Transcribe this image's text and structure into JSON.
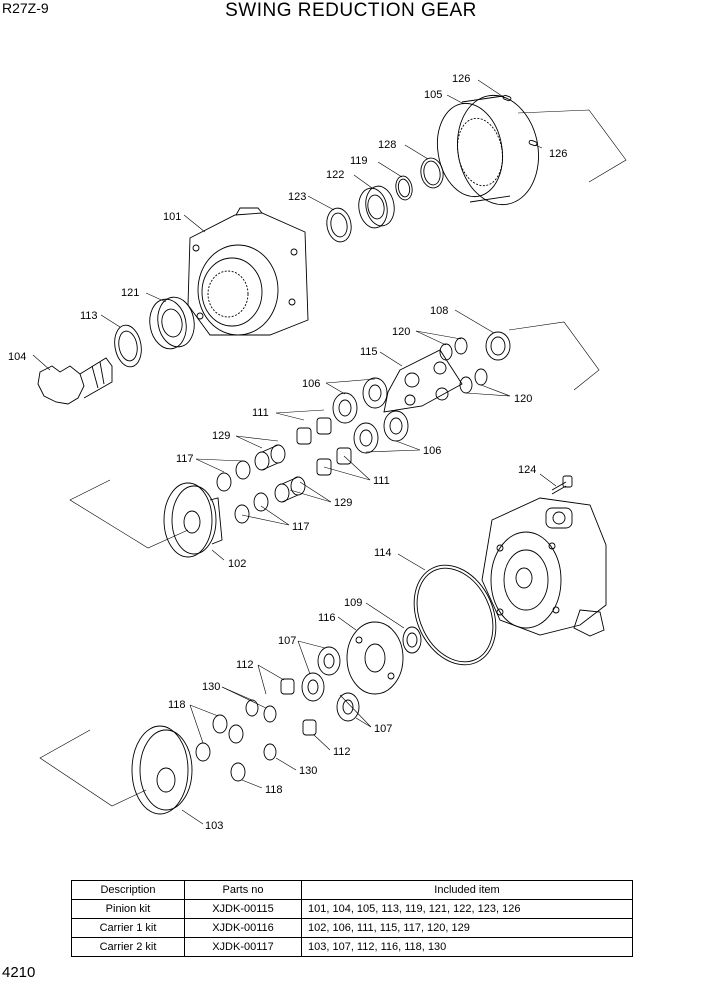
{
  "header": {
    "model": "R27Z-9",
    "title": "SWING REDUCTION GEAR"
  },
  "page_number": "4210",
  "callouts": {
    "p126a": "126",
    "p126b": "126",
    "p105": "105",
    "p128": "128",
    "p119": "119",
    "p122": "122",
    "p123": "123",
    "p101": "101",
    "p121": "121",
    "p113": "113",
    "p104": "104",
    "p108": "108",
    "p120a": "120",
    "p120b": "120",
    "p115": "115",
    "p106a": "106",
    "p106b": "106",
    "p111a": "111",
    "p111b": "111",
    "p129a": "129",
    "p129b": "129",
    "p117a": "117",
    "p117b": "117",
    "p102": "102",
    "p124": "124",
    "p114": "114",
    "p109": "109",
    "p116": "116",
    "p107a": "107",
    "p107b": "107",
    "p112a": "112",
    "p112b": "112",
    "p130a": "130",
    "p130b": "130",
    "p118a": "118",
    "p118b": "118",
    "p103": "103"
  },
  "kit_table": {
    "headers": [
      "Description",
      "Parts no",
      "Included item"
    ],
    "rows": [
      {
        "description": "Pinion kit",
        "parts_no": "XJDK-00115",
        "items": "101, 104, 105, 113, 119, 121, 122, 123, 126"
      },
      {
        "description": "Carrier 1 kit",
        "parts_no": "XJDK-00116",
        "items": "102, 106, 111, 115, 117, 120, 129"
      },
      {
        "description": "Carrier 2 kit",
        "parts_no": "XJDK-00117",
        "items": "103, 107, 112, 116, 118, 130"
      }
    ]
  }
}
